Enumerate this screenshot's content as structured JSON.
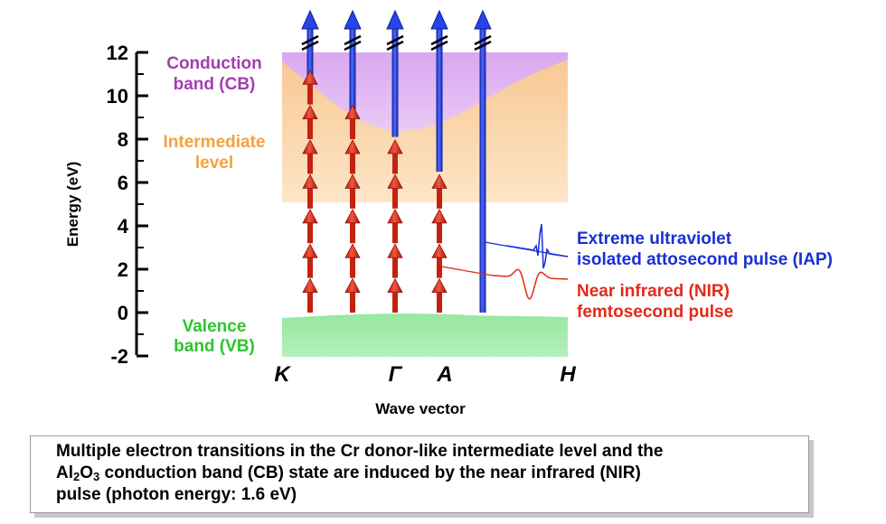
{
  "axis": {
    "ylabel": "Energy (eV)",
    "xlabel": "Wave vector",
    "yticks": [
      "12",
      "10",
      "8",
      "6",
      "4",
      "2",
      "0",
      "-2"
    ],
    "xpoints": [
      "K",
      "Γ",
      "A",
      "H"
    ]
  },
  "regions": {
    "cb": {
      "label_line1": "Conduction",
      "label_line2": "band (CB)",
      "color": "#a33eb0"
    },
    "intermediate": {
      "label_line1": "Intermediate",
      "label_line2": "level",
      "color": "#f4a23e"
    },
    "vb": {
      "label_line1": "Valence",
      "label_line2": "band (VB)",
      "color": "#2ec42e"
    }
  },
  "pulses": {
    "xuv": {
      "line1": "Extreme ultraviolet",
      "line2": "isolated attosecond pulse (IAP)",
      "color": "#1a2fd6"
    },
    "nir": {
      "line1": "Near infrared (NIR)",
      "line2": "femtosecond pulse",
      "color": "#e22a1a"
    }
  },
  "transitions": [
    {
      "point": "K",
      "nir_steps": 7,
      "top_energy_ev": 10.7
    },
    {
      "point": "",
      "nir_steps": 6,
      "top_energy_ev": 9.3
    },
    {
      "point": "Γ",
      "nir_steps": 5,
      "top_energy_ev": 8.1
    },
    {
      "point": "A",
      "nir_steps": 4,
      "top_energy_ev": 6.5
    },
    {
      "point": "",
      "nir_steps": 0,
      "top_energy_ev": 0
    }
  ],
  "caption": {
    "line1": "Multiple electron transitions in the Cr donor-like intermediate level and the",
    "line2_a": "Al",
    "line2_sub1": "2",
    "line2_b": "O",
    "line2_sub2": "3",
    "line2_c": " conduction band (CB) state are induced by the near infrared (NIR)",
    "line3": "pulse (photon energy: 1.6 eV)"
  }
}
